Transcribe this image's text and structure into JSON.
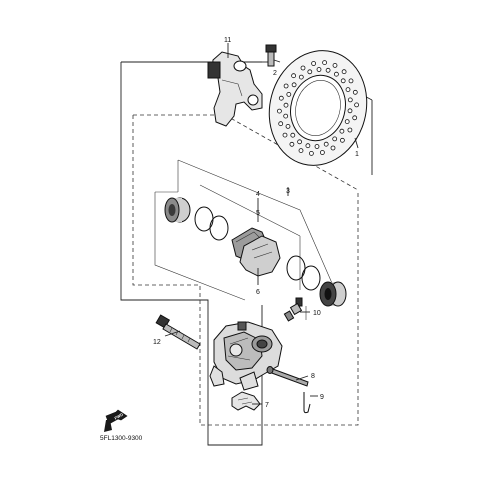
{
  "callouts": [
    "11",
    "2",
    "1",
    "3",
    "4",
    "5",
    "6",
    "10",
    "12",
    "8",
    "7",
    "9"
  ],
  "front_label": "FWD",
  "diagram_code": "5FL1300-9300"
}
